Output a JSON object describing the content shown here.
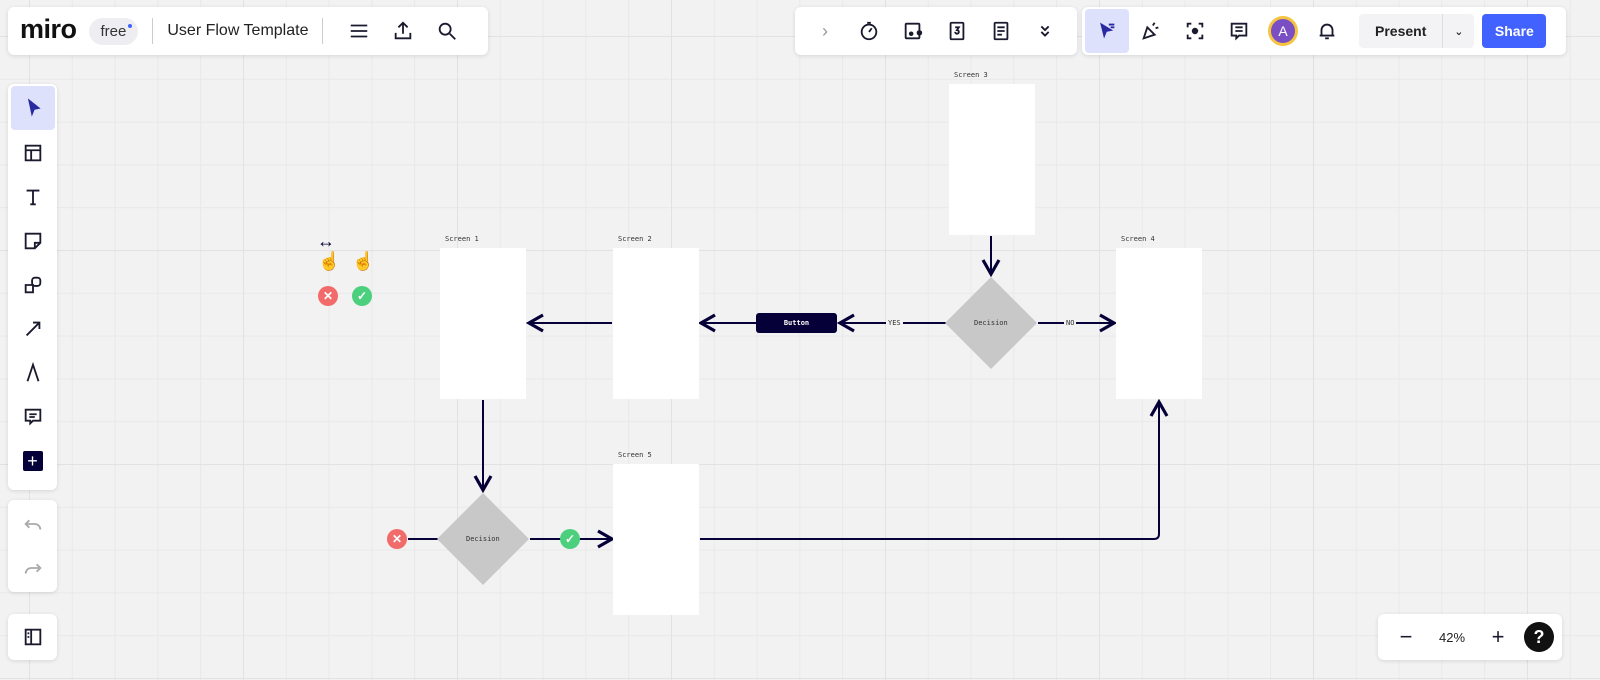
{
  "topbar": {
    "logo": "miro",
    "plan_badge": "free",
    "board_title": "User Flow Template"
  },
  "right_toolbar": {
    "present_label": "Present",
    "share_label": "Share",
    "avatar_initial": "A"
  },
  "zoom": {
    "level": "42%",
    "help": "?"
  },
  "board": {
    "screens": [
      {
        "label": "Screen 1"
      },
      {
        "label": "Screen 2"
      },
      {
        "label": "Screen 3"
      },
      {
        "label": "Screen 4"
      },
      {
        "label": "Screen 5"
      }
    ],
    "decision_label": "Decision",
    "button_label": "Button",
    "yes_label": "YES",
    "no_label": "NO"
  },
  "colors": {
    "accent": "#4262ff",
    "ink": "#050038",
    "error": "#f26b6b",
    "success": "#4cd07d",
    "decision": "#c8c8c8"
  }
}
